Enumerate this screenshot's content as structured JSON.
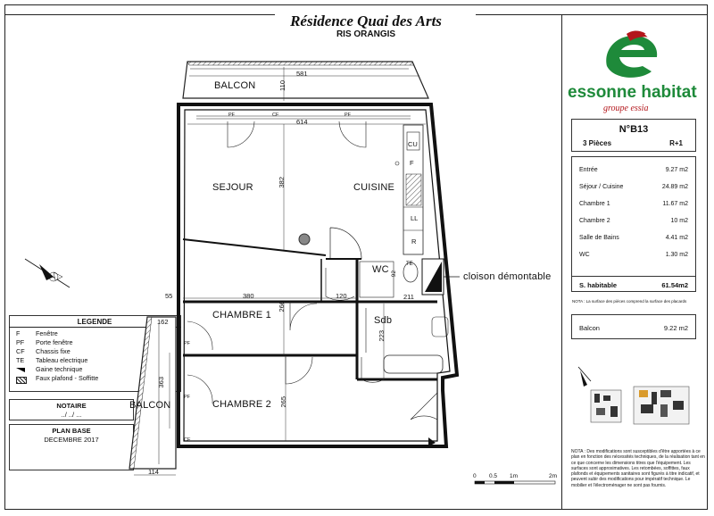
{
  "header": {
    "title": "Résidence  Quai des Arts",
    "subtitle": "RIS ORANGIS"
  },
  "brand": {
    "name": "essonne habitat",
    "tagline": "groupe essia",
    "green": "#1e8a3a",
    "red": "#b3161b"
  },
  "unit": {
    "number": "N°B13",
    "type": "3 Pièces",
    "floor": "R+1"
  },
  "areas": [
    {
      "name": "Entrée",
      "value": "9.27 m2"
    },
    {
      "name": "Séjour / Cuisine",
      "value": "24.89 m2"
    },
    {
      "name": "Chambre 1",
      "value": "11.67 m2"
    },
    {
      "name": "Chambre 2",
      "value": "10 m2"
    },
    {
      "name": "Salle de Bains",
      "value": "4.41 m2"
    },
    {
      "name": "WC",
      "value": "1.30 m2"
    }
  ],
  "total": {
    "label": "S. habitable",
    "value": "61.54m2"
  },
  "total_note": "NOTA : La surface des pièces comprend la surface des placards",
  "balcony_area": {
    "name": "Balcon",
    "value": "9.22 m2"
  },
  "legend": {
    "title": "LEGENDE",
    "items": [
      {
        "key": "F",
        "label": "Fenêtre"
      },
      {
        "key": "PF",
        "label": "Porte fenêtre"
      },
      {
        "key": "CF",
        "label": "Chassis fixe"
      },
      {
        "key": "TE",
        "label": "Tableau electrique"
      },
      {
        "key": "",
        "label": "Gaine technique"
      },
      {
        "key": "",
        "label": "Faux plafond - Soffitte"
      }
    ]
  },
  "notaire": {
    "title": "NOTAIRE",
    "value": "../ ../ ..."
  },
  "plan_base": {
    "title": "PLAN BASE",
    "value": "DECEMBRE 2017"
  },
  "rooms": {
    "balcon_top": "BALCON",
    "sejour": "SEJOUR",
    "cuisine": "CUISINE",
    "chambre1": "CHAMBRE 1",
    "chambre2": "CHAMBRE 2",
    "wc": "WC",
    "sdb": "Sdb",
    "balcon_left": "BALCON",
    "cloison": "cloison démontable"
  },
  "fixtures": [
    "CU",
    "LL",
    "R",
    "F",
    "TE"
  ],
  "window_codes": {
    "pf": "PF",
    "cf": "CF",
    "f": "F"
  },
  "dimensions": {
    "d581": "581",
    "d110": "110",
    "d614": "614",
    "d382": "382",
    "d380": "380",
    "d120": "120",
    "d55": "55",
    "d266": "266",
    "d211": "211",
    "d92": "92",
    "d223": "223",
    "d162": "162",
    "d363": "363",
    "d265": "265",
    "d114": "114"
  },
  "scale": {
    "labels": [
      "0",
      "0.5",
      "1m",
      "2m"
    ]
  },
  "nota": "NOTA : Des modifications sont susceptibles d'être apportées à ce plan en fonction des nécessités techniques, de la réalisation tant en ce que concerne les dimensions titres que l'équipement. Les surfaces sont approximatives. Les retombées, soffittes, faux plafonds et équipements sanitaires sont figurés à titre indicatif, et peuvent subir des modifications pour impératif technique. Le mobilier et l'électroménager ne sont pas fournis."
}
